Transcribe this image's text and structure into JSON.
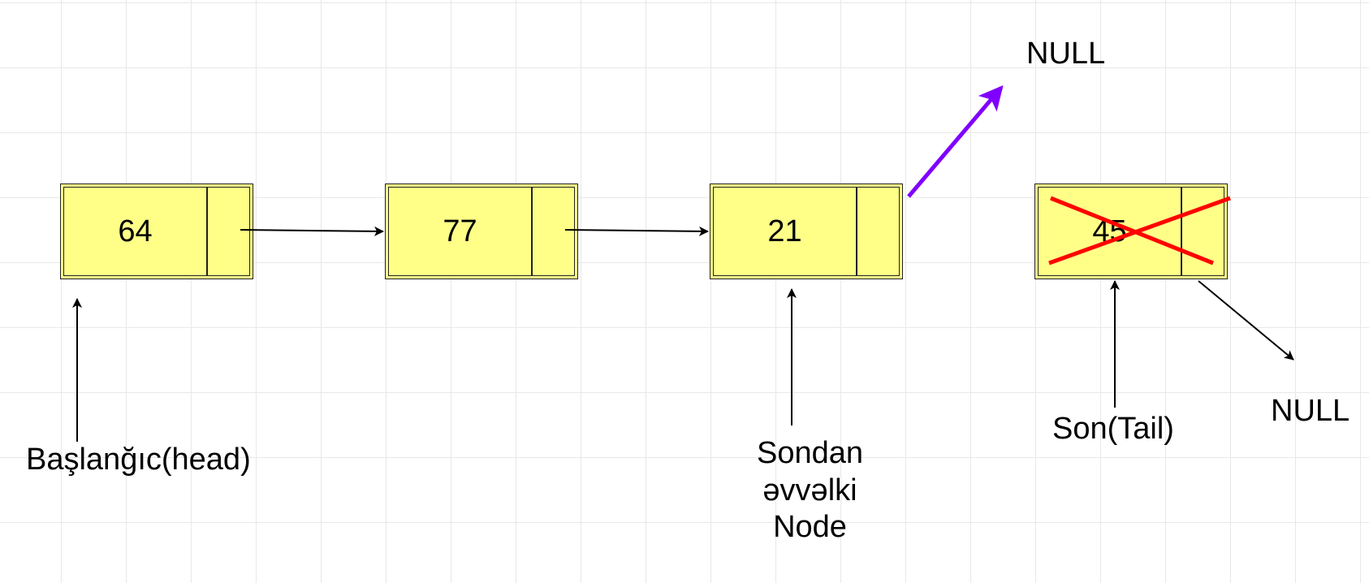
{
  "nodes": [
    {
      "value": "64"
    },
    {
      "value": "77"
    },
    {
      "value": "21"
    },
    {
      "value": "45"
    }
  ],
  "labels": {
    "head": "Başlanğıc(head)",
    "before_tail_line1": "Sondan",
    "before_tail_line2": "əvvəlki",
    "before_tail_line3": "Node",
    "tail": "Son(Tail)",
    "null_top": "NULL",
    "null_right": "NULL"
  },
  "colors": {
    "node_fill": "#ffff88",
    "new_link_arrow": "#8000ff",
    "delete_cross": "#ff0000"
  }
}
